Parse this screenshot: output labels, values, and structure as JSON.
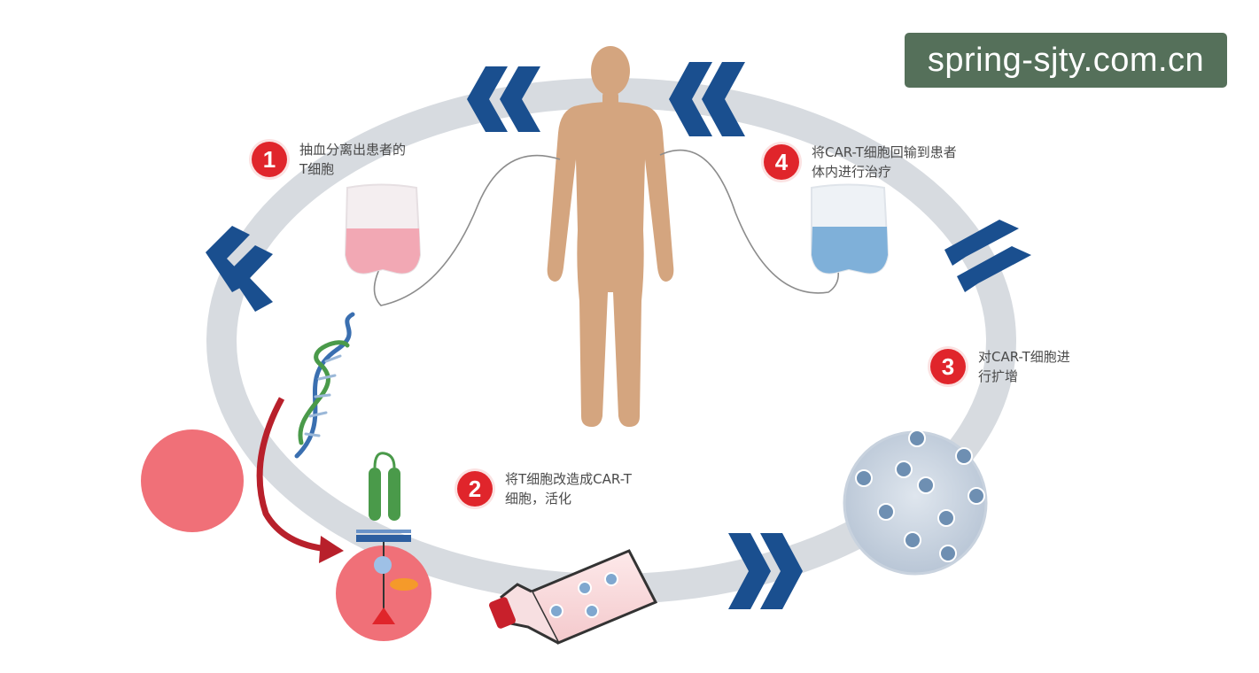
{
  "steps": [
    {
      "number": "1",
      "lines": [
        "抽血分离出患者的",
        "T细胞"
      ]
    },
    {
      "number": "2",
      "lines": [
        "将T细胞改造成CAR-T",
        "细胞，活化"
      ]
    },
    {
      "number": "3",
      "lines": [
        "对CAR-T细胞进",
        "行扩增"
      ]
    },
    {
      "number": "4",
      "lines": [
        "将CAR-T细胞回输到患者",
        "体内进行治疗"
      ]
    }
  ],
  "watermark": "spring-sjty.com.cn",
  "colors": {
    "ring": "#d7dbe0",
    "chevron": "#1a4f8f",
    "badge": "#e0252b",
    "body": "#d4a57f",
    "blood_bag_red": "#f2a8b4",
    "blood_bag_blue": "#7fb0d9",
    "cell_red": "#f07078",
    "dna_blue": "#3a6fb0",
    "dna_green": "#4a9a4a",
    "watermark_bg": "#55705a"
  },
  "icons": [
    "human-body-icon",
    "blood-bag-icon",
    "dna-icon",
    "car-receptor-icon",
    "cell-culture-flask-icon",
    "cell-dish-icon",
    "chevron-arrow-icon"
  ]
}
